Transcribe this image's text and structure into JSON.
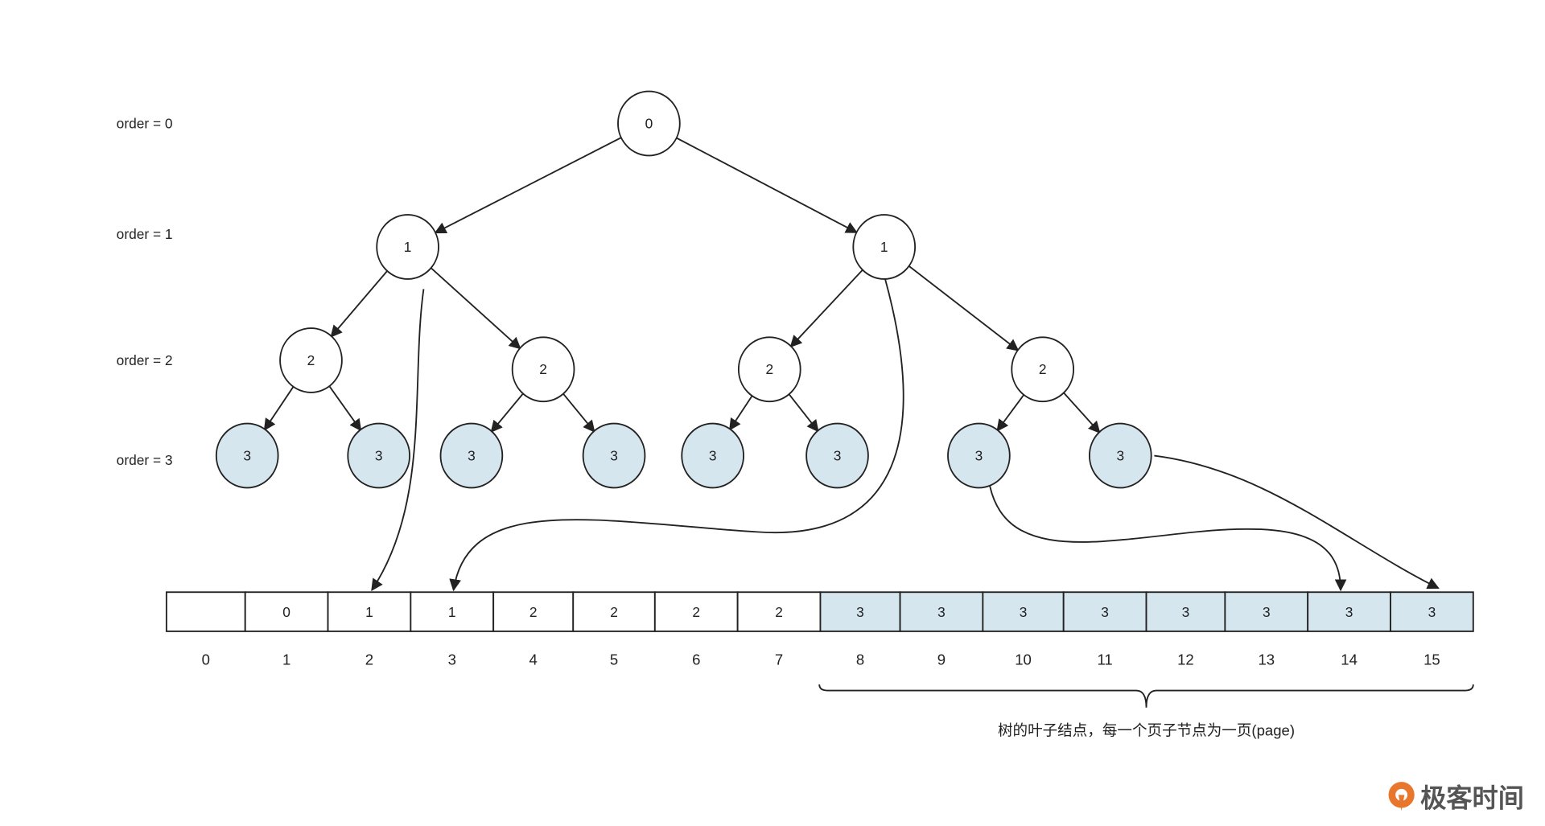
{
  "order_labels": [
    "order = 0",
    "order = 1",
    "order = 2",
    "order = 3"
  ],
  "tree": {
    "root": "0",
    "level1": [
      "1",
      "1"
    ],
    "level2": [
      "2",
      "2",
      "2",
      "2"
    ],
    "leaves": [
      "3",
      "3",
      "3",
      "3",
      "3",
      "3",
      "3",
      "3"
    ]
  },
  "array": {
    "values": [
      "",
      "0",
      "1",
      "1",
      "2",
      "2",
      "2",
      "2",
      "3",
      "3",
      "3",
      "3",
      "3",
      "3",
      "3",
      "3"
    ],
    "indices": [
      "0",
      "1",
      "2",
      "3",
      "4",
      "5",
      "6",
      "7",
      "8",
      "9",
      "10",
      "11",
      "12",
      "13",
      "14",
      "15"
    ]
  },
  "caption": "树的叶子结点，每一个页子节点为一页(page)",
  "logo": {
    "text": "极客时间"
  },
  "colors": {
    "leaf_fill": "#d6e6ee",
    "stroke": "#222222",
    "logo_orange": "#e8762d"
  }
}
